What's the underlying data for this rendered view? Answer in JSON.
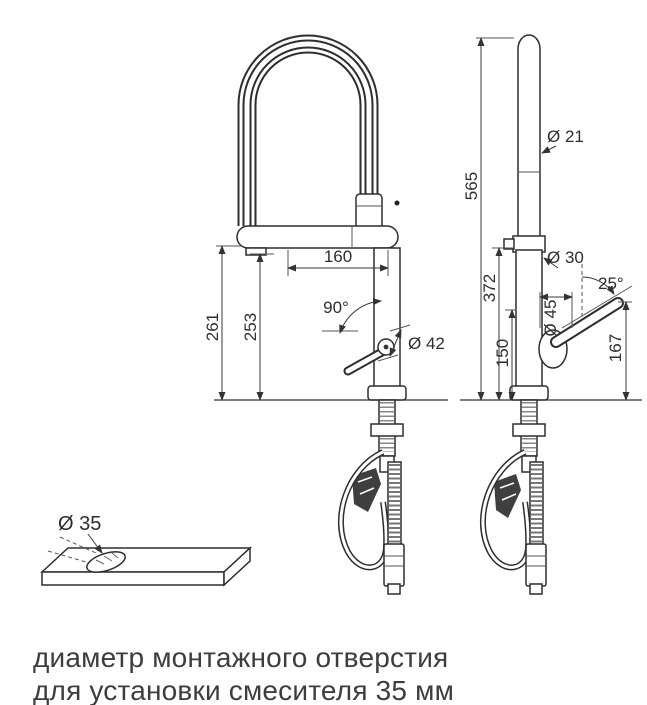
{
  "drawing": {
    "front_view": {
      "dim_160": "160",
      "dim_angle_90": "90°",
      "dim_dia_42": "Ø 42",
      "dim_253": "253",
      "dim_261": "261"
    },
    "side_view": {
      "dim_dia_21": "Ø 21",
      "dim_565": "565",
      "dim_372": "372",
      "dim_150": "150",
      "dim_dia_30": "Ø 30",
      "dim_dia_45": "Ø 45",
      "dim_angle_25": "25°",
      "dim_167": "167"
    },
    "countertop": {
      "dim_dia_35": "Ø 35"
    }
  },
  "caption": {
    "line1": "диаметр монтажного отверстия",
    "line2": "для установки смесителя 35 мм"
  },
  "colors": {
    "ink": "#2e2e2e",
    "background": "#ffffff"
  }
}
